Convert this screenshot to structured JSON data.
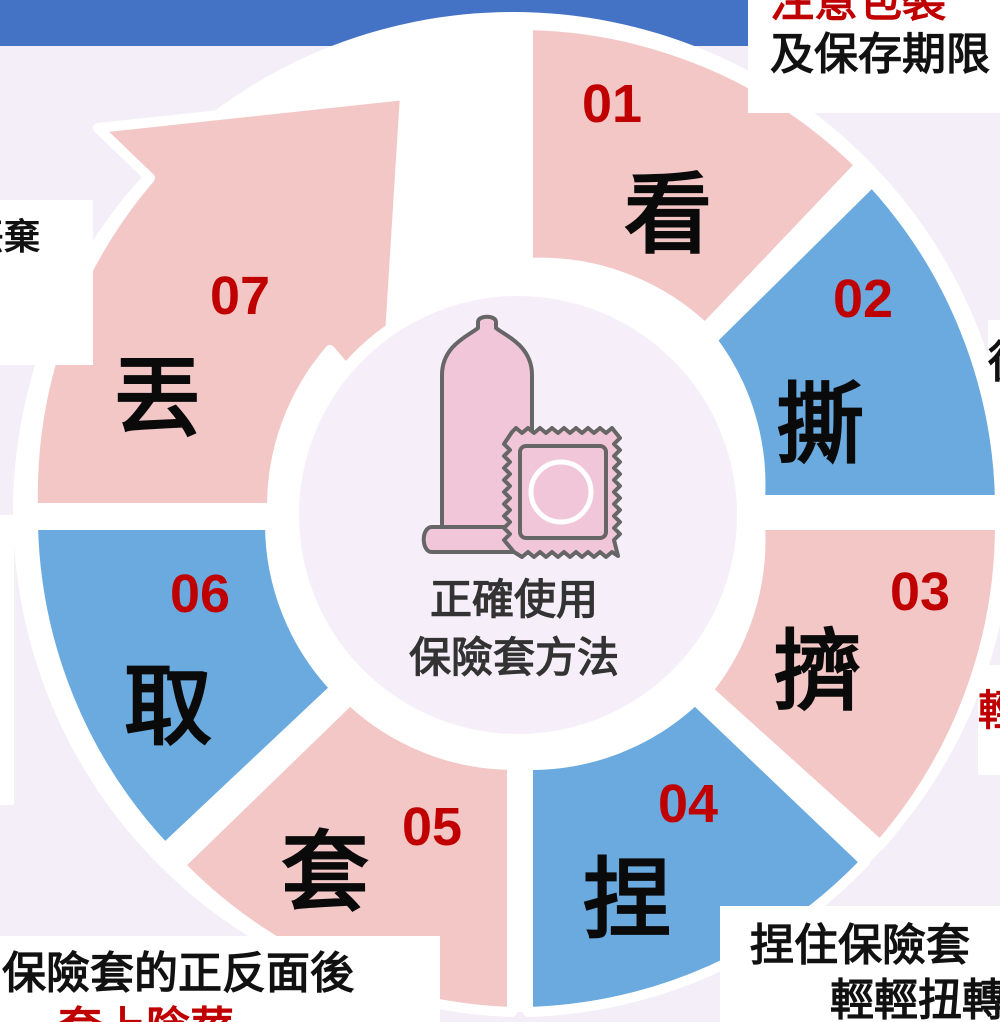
{
  "center": {
    "line1": "正確使用",
    "line2": "保險套方法"
  },
  "steps": [
    {
      "num": "01",
      "char": "看"
    },
    {
      "num": "02",
      "char": "撕"
    },
    {
      "num": "03",
      "char": "擠"
    },
    {
      "num": "04",
      "char": "捏"
    },
    {
      "num": "05",
      "char": "套"
    },
    {
      "num": "06",
      "char": "取"
    },
    {
      "num": "07",
      "char": "丟"
    }
  ],
  "notes": {
    "top_right": {
      "line1": "注意包裝",
      "line2": "及保存期限"
    },
    "left_07": "丟棄",
    "right_02": "從",
    "right_03": "輕",
    "bottom_right": {
      "line1": "捏住保險套",
      "line2": "輕輕扭轉"
    },
    "bottom_left": {
      "line1": "保險套的正反面後",
      "line2": "套上陰莖"
    }
  },
  "colors": {
    "banner": "#4472c4",
    "pink": "#f4c7c7",
    "blue": "#6aaadf",
    "ring_border": "#ffffff",
    "center_fill": "#f6eff9",
    "number": "#c00000",
    "note_red": "#c00000",
    "char": "#0a0a0a",
    "condom_fill": "#f2c6d9",
    "condom_stroke": "#666666"
  }
}
